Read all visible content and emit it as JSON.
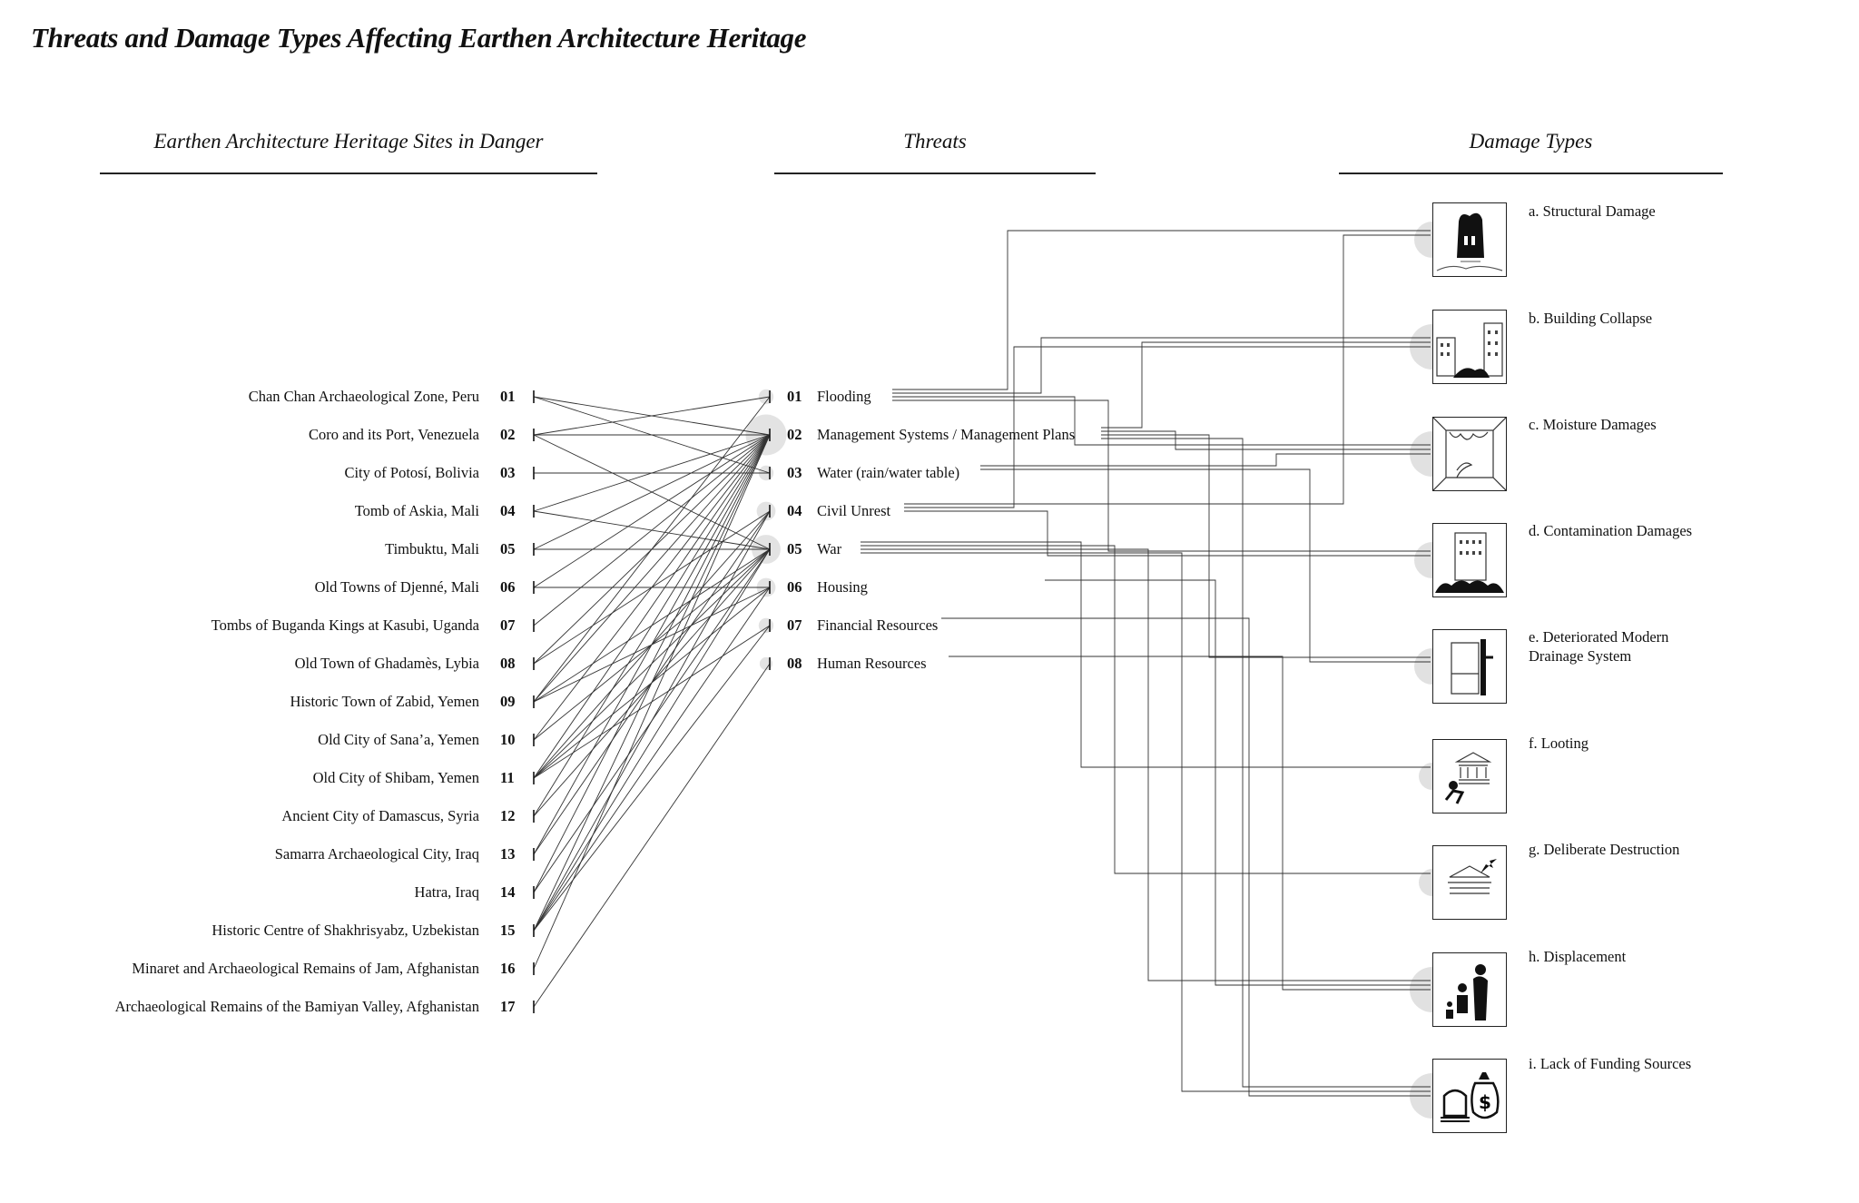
{
  "title": "Threats and Damage Types Affecting Earthen Architecture Heritage",
  "columns": {
    "sites": "Earthen Architecture Heritage Sites in Danger",
    "threats": "Threats",
    "damage": "Damage Types"
  },
  "sites": [
    {
      "num": "01",
      "name": "Chan Chan Archaeological Zone, Peru"
    },
    {
      "num": "02",
      "name": "Coro and its Port, Venezuela"
    },
    {
      "num": "03",
      "name": "City of Potosí, Bolivia"
    },
    {
      "num": "04",
      "name": "Tomb of Askia, Mali"
    },
    {
      "num": "05",
      "name": "Timbuktu, Mali"
    },
    {
      "num": "06",
      "name": "Old Towns of Djenné, Mali"
    },
    {
      "num": "07",
      "name": "Tombs of Buganda Kings at Kasubi, Uganda"
    },
    {
      "num": "08",
      "name": "Old Town of Ghadamès, Lybia"
    },
    {
      "num": "09",
      "name": "Historic Town of Zabid, Yemen"
    },
    {
      "num": "10",
      "name": "Old City of Sana’a, Yemen"
    },
    {
      "num": "11",
      "name": "Old City of Shibam, Yemen"
    },
    {
      "num": "12",
      "name": "Ancient City of Damascus, Syria"
    },
    {
      "num": "13",
      "name": "Samarra Archaeological City, Iraq"
    },
    {
      "num": "14",
      "name": "Hatra, Iraq"
    },
    {
      "num": "15",
      "name": "Historic Centre of Shakhrisyabz, Uzbekistan"
    },
    {
      "num": "16",
      "name": "Minaret and Archaeological Remains of Jam, Afghanistan"
    },
    {
      "num": "17",
      "name": "Archaeological Remains of the Bamiyan Valley, Afghanistan"
    }
  ],
  "threats": [
    {
      "num": "01",
      "name": "Flooding"
    },
    {
      "num": "02",
      "name": "Management Systems / Management Plans"
    },
    {
      "num": "03",
      "name": "Water (rain/water table)"
    },
    {
      "num": "04",
      "name": "Civil Unrest"
    },
    {
      "num": "05",
      "name": "War"
    },
    {
      "num": "06",
      "name": "Housing"
    },
    {
      "num": "07",
      "name": "Financial Resources"
    },
    {
      "num": "08",
      "name": "Human Resources"
    }
  ],
  "damage_types": [
    {
      "label": "a. Structural Damage",
      "icon": "structural-damage-icon"
    },
    {
      "label": "b. Building Collapse",
      "icon": "building-collapse-icon"
    },
    {
      "label": "c. Moisture Damages",
      "icon": "moisture-damage-icon"
    },
    {
      "label": "d. Contamination Damages",
      "icon": "contamination-icon"
    },
    {
      "label": "e. Deteriorated Modern Drainage System",
      "icon": "drainage-icon"
    },
    {
      "label": "f. Looting",
      "icon": "looting-icon"
    },
    {
      "label": "g. Deliberate Destruction",
      "icon": "destruction-icon"
    },
    {
      "label": "h. Displacement",
      "icon": "displacement-icon"
    },
    {
      "label": "i. Lack of Funding Sources",
      "icon": "funding-icon"
    }
  ],
  "site_threat_links": [
    [
      1,
      2
    ],
    [
      1,
      3
    ],
    [
      2,
      1
    ],
    [
      2,
      2
    ],
    [
      2,
      5
    ],
    [
      3,
      3
    ],
    [
      4,
      2
    ],
    [
      4,
      5
    ],
    [
      5,
      2
    ],
    [
      5,
      5
    ],
    [
      6,
      2
    ],
    [
      6,
      6
    ],
    [
      7,
      2
    ],
    [
      8,
      2
    ],
    [
      8,
      4
    ],
    [
      9,
      1
    ],
    [
      9,
      2
    ],
    [
      9,
      5
    ],
    [
      9,
      6
    ],
    [
      10,
      2
    ],
    [
      10,
      5
    ],
    [
      11,
      2
    ],
    [
      11,
      4
    ],
    [
      11,
      5
    ],
    [
      11,
      6
    ],
    [
      11,
      7
    ],
    [
      12,
      2
    ],
    [
      12,
      5
    ],
    [
      13,
      2
    ],
    [
      13,
      4
    ],
    [
      14,
      2
    ],
    [
      14,
      5
    ],
    [
      15,
      2
    ],
    [
      15,
      4
    ],
    [
      15,
      5
    ],
    [
      15,
      6
    ],
    [
      15,
      7
    ],
    [
      16,
      2
    ],
    [
      17,
      8
    ]
  ],
  "threat_damage_links": [
    [
      1,
      "a"
    ],
    [
      1,
      "b"
    ],
    [
      1,
      "c"
    ],
    [
      1,
      "d"
    ],
    [
      2,
      "b"
    ],
    [
      2,
      "c"
    ],
    [
      2,
      "e"
    ],
    [
      2,
      "i"
    ],
    [
      3,
      "c"
    ],
    [
      3,
      "e"
    ],
    [
      4,
      "a"
    ],
    [
      4,
      "b"
    ],
    [
      4,
      "d"
    ],
    [
      5,
      "f"
    ],
    [
      5,
      "g"
    ],
    [
      5,
      "h"
    ],
    [
      5,
      "i"
    ],
    [
      6,
      "h"
    ],
    [
      7,
      "i"
    ],
    [
      8,
      "h"
    ]
  ]
}
